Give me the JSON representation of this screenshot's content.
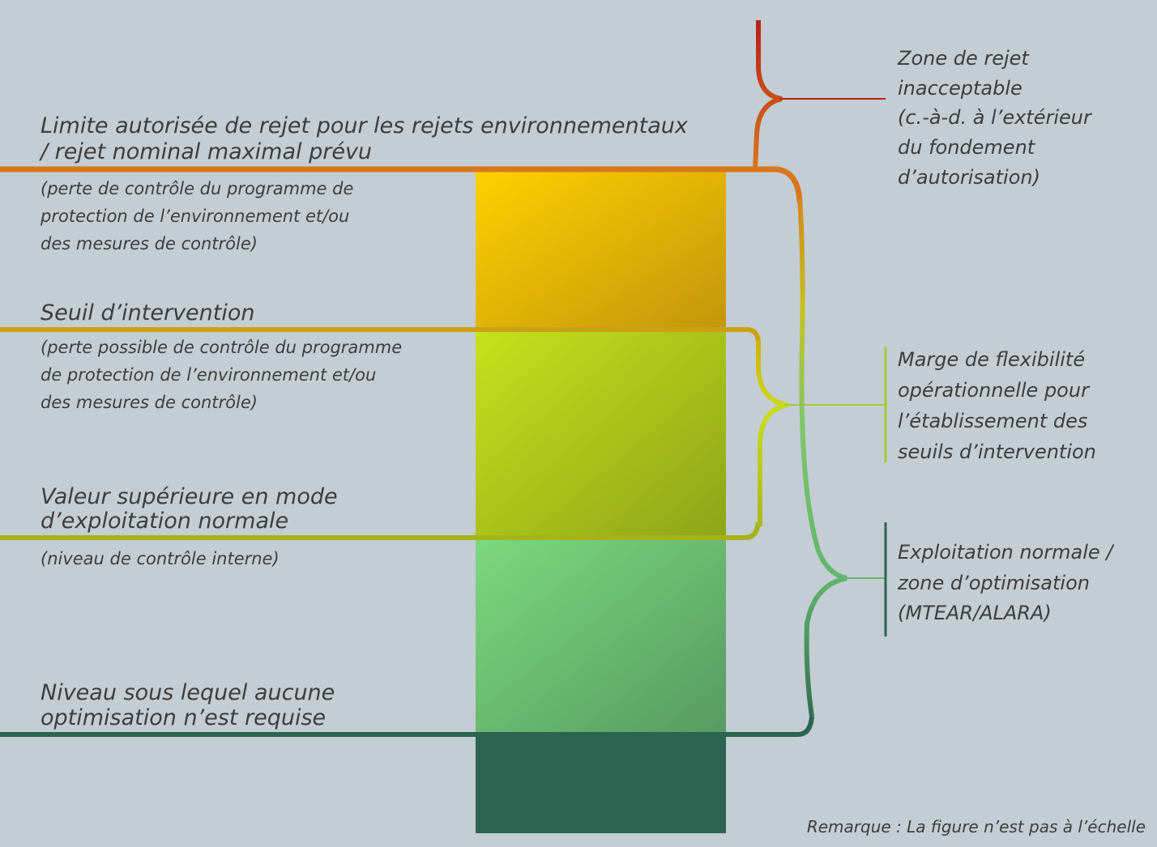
{
  "left_labels": {
    "limit": {
      "title_lines": [
        "Limite autorisée de rejet pour les rejets environnementaux",
        "/ rejet nominal maximal prévu"
      ],
      "sub_lines": [
        "(perte de contrôle du programme de",
        "protection de l’environnement et/ou",
        "des mesures de contrôle)"
      ]
    },
    "action": {
      "title_lines": [
        "Seuil d’intervention"
      ],
      "sub_lines": [
        "(perte possible de contrôle du programme",
        "de protection de l’environnement et/ou",
        "des mesures de contrôle)"
      ]
    },
    "upper": {
      "title_lines": [
        "Valeur supérieure en mode",
        "d’exploitation normale"
      ],
      "sub_lines": [
        "(niveau de contrôle interne)"
      ]
    },
    "lower": {
      "title_lines": [
        "Niveau sous lequel aucune",
        "optimisation n’est requise"
      ]
    }
  },
  "right_labels": {
    "reject_zone": [
      "Zone de rejet",
      "inacceptable",
      "(c.-à-d. à l’extérieur",
      "du fondement",
      "d’autorisation)"
    ],
    "flex_margin": [
      "Marge de flexibilité",
      "opérationnelle pour",
      "l’établissement des",
      "seuils d’intervention"
    ],
    "normal_zone": [
      "Exploitation normale /",
      "zone d’optimisation",
      "(MTEAR/ALARA)"
    ]
  },
  "note": "Remarque : La figure n’est pas à l’échelle",
  "colors": {
    "background": "#c3cdd3",
    "red": "#b8201a",
    "orange": "#d9761a",
    "yellow": "#fecd00",
    "yellow_green": "#bcd81c",
    "green": "#74cd78",
    "dark_green": "#2b6450",
    "text": "#3d3d3d"
  }
}
